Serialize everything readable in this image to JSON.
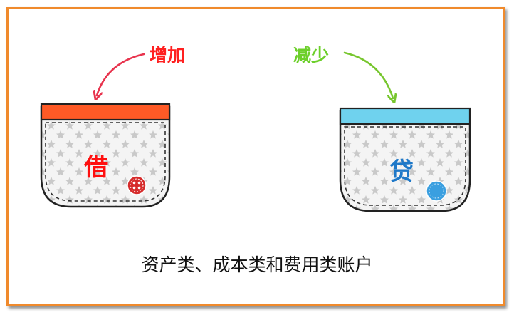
{
  "increase_label": "增加",
  "decrease_label": "减少",
  "debit_label": "借",
  "credit_label": "贷",
  "caption": "资产类、成本类和费用类账户",
  "colors": {
    "border": "#f08a2c",
    "increase": "#ff2020",
    "decrease": "#6ccf2a",
    "debit_band": "#ff5a26",
    "credit_band": "#6fd2ee",
    "debit_text": "#ff1010",
    "credit_text": "#1e78c8",
    "red_button": "#d62c2c",
    "blue_button": "#3a9fe0"
  }
}
